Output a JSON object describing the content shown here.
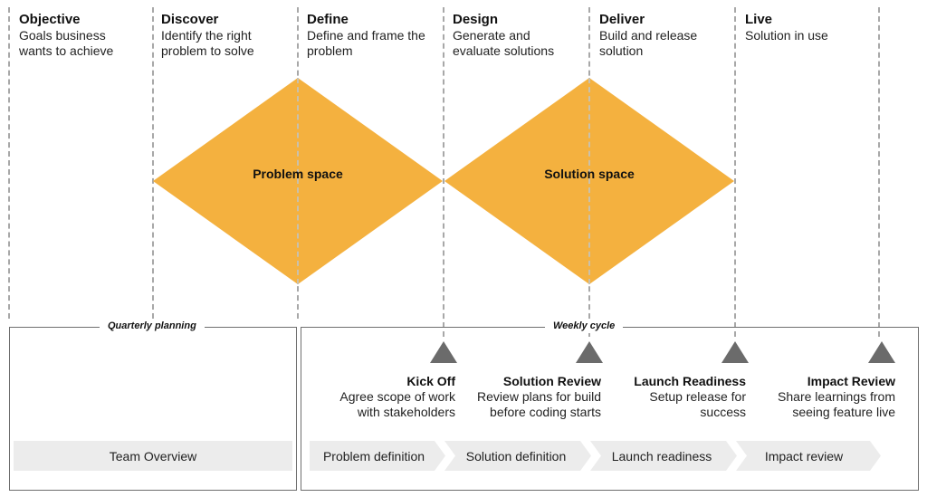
{
  "phases": [
    {
      "title": "Objective",
      "desc": "Goals business wants to achieve"
    },
    {
      "title": "Discover",
      "desc": "Identify the right problem to solve"
    },
    {
      "title": "Define",
      "desc": "Define and frame the problem"
    },
    {
      "title": "Design",
      "desc": "Generate and evaluate solutions"
    },
    {
      "title": "Deliver",
      "desc": "Build and release solution"
    },
    {
      "title": "Live",
      "desc": "Solution in use"
    }
  ],
  "diamonds": [
    {
      "label": "Problem space"
    },
    {
      "label": "Solution space"
    }
  ],
  "sections": {
    "quarterly": "Quarterly planning",
    "weekly": "Weekly cycle"
  },
  "milestones": [
    {
      "title": "Kick Off",
      "desc": "Agree scope of work with stakeholders"
    },
    {
      "title": "Solution Review",
      "desc": "Review plans for build before coding starts"
    },
    {
      "title": "Launch Readiness",
      "desc": "Setup release for success"
    },
    {
      "title": "Impact Review",
      "desc": "Share learnings from seeing feature live"
    }
  ],
  "stages": {
    "team_overview": "Team Overview",
    "weekly": [
      "Problem definition",
      "Solution definition",
      "Launch readiness",
      "Impact review"
    ]
  },
  "colors": {
    "diamond": "#f4b13f",
    "triangle": "#6b6b6b",
    "chevron": "#ececec",
    "dashed_line": "#a8a8a8"
  }
}
